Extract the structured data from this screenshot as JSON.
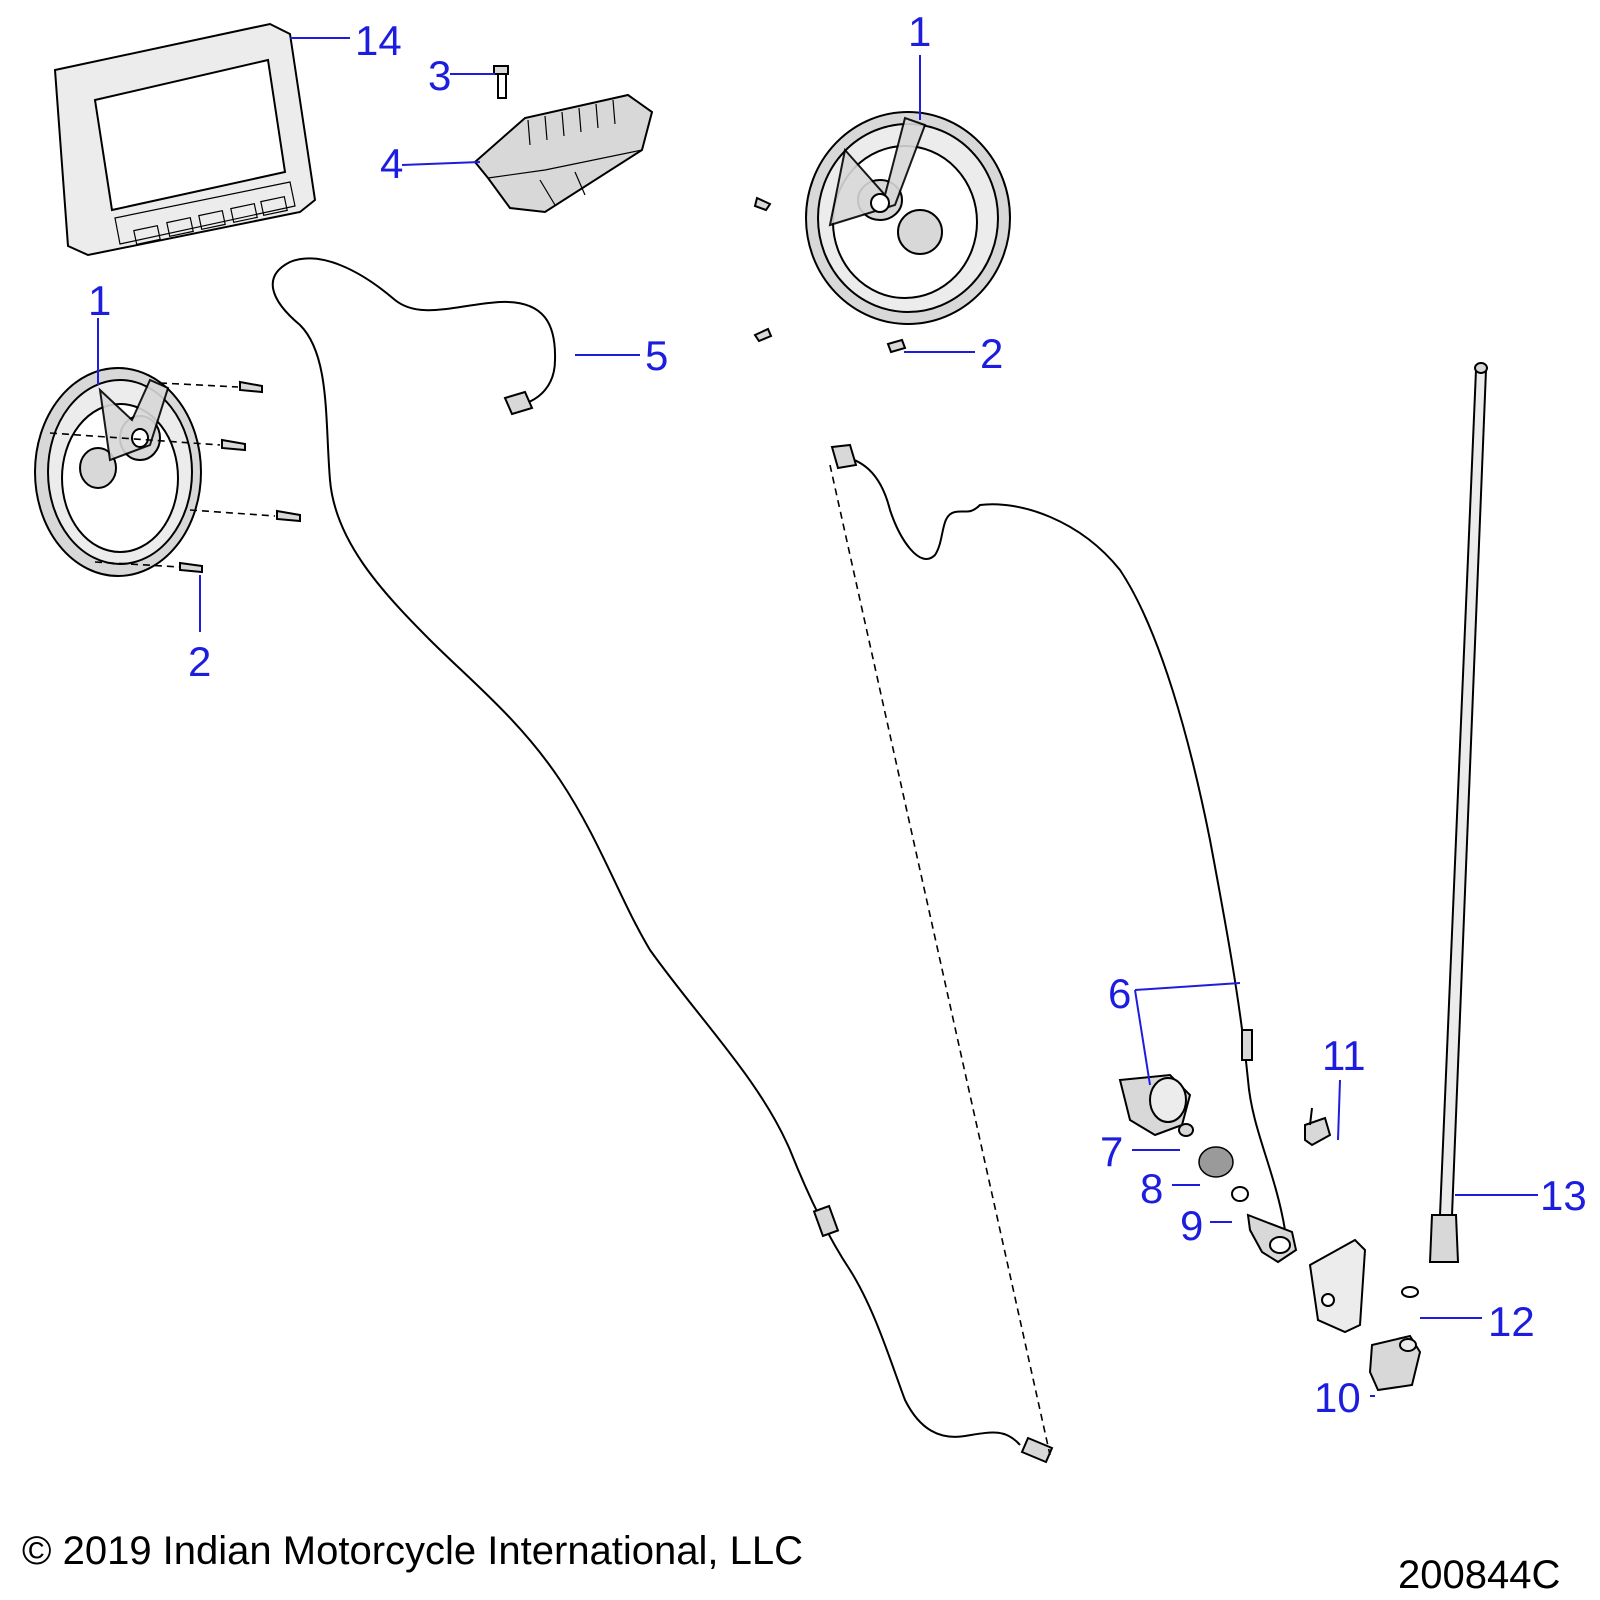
{
  "callouts": {
    "c1a": "1",
    "c1b": "1",
    "c2a": "2",
    "c2b": "2",
    "c3": "3",
    "c4": "4",
    "c5": "5",
    "c6": "6",
    "c7": "7",
    "c8": "8",
    "c9": "9",
    "c10": "10",
    "c11": "11",
    "c12": "12",
    "c13": "13",
    "c14": "14"
  },
  "footer": {
    "copyright": "© 2019 Indian Motorcycle International, LLC",
    "drawing_number": "200844C"
  },
  "colors": {
    "callout": "#1d1ddf",
    "line": "#000000",
    "background": "#ffffff"
  }
}
